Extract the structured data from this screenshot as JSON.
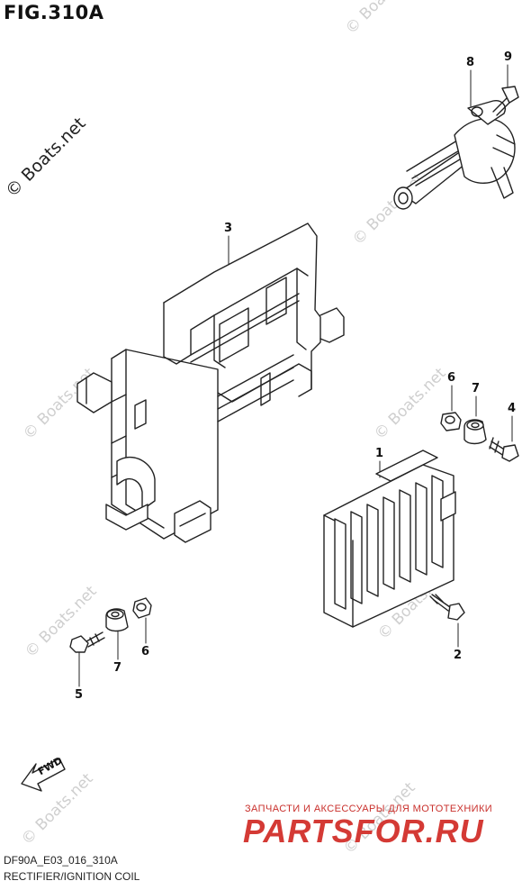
{
  "figure": {
    "title": "FIG.310A",
    "copyright": "© Boats.net",
    "code": "DF90A_E03_016_310A",
    "caption": "RECTIFIER/IGNITION COIL"
  },
  "watermark_text": "© Boats.net",
  "callouts": {
    "c1": "1",
    "c2": "2",
    "c3": "3",
    "c4": "4",
    "c5": "5",
    "c6a": "6",
    "c6b": "6",
    "c7a": "7",
    "c7b": "7",
    "c8": "8",
    "c9": "9"
  },
  "direction_arrow": "FWD",
  "shop": {
    "subtitle": "ЗАПЧАСТИ И АКСЕССУАРЫ ДЛЯ МОТОТЕХНИКИ",
    "logo": "PARTSFOR.RU"
  },
  "colors": {
    "line": "#222222",
    "watermark": "#cfcfcf",
    "brand": "#d43a35"
  }
}
